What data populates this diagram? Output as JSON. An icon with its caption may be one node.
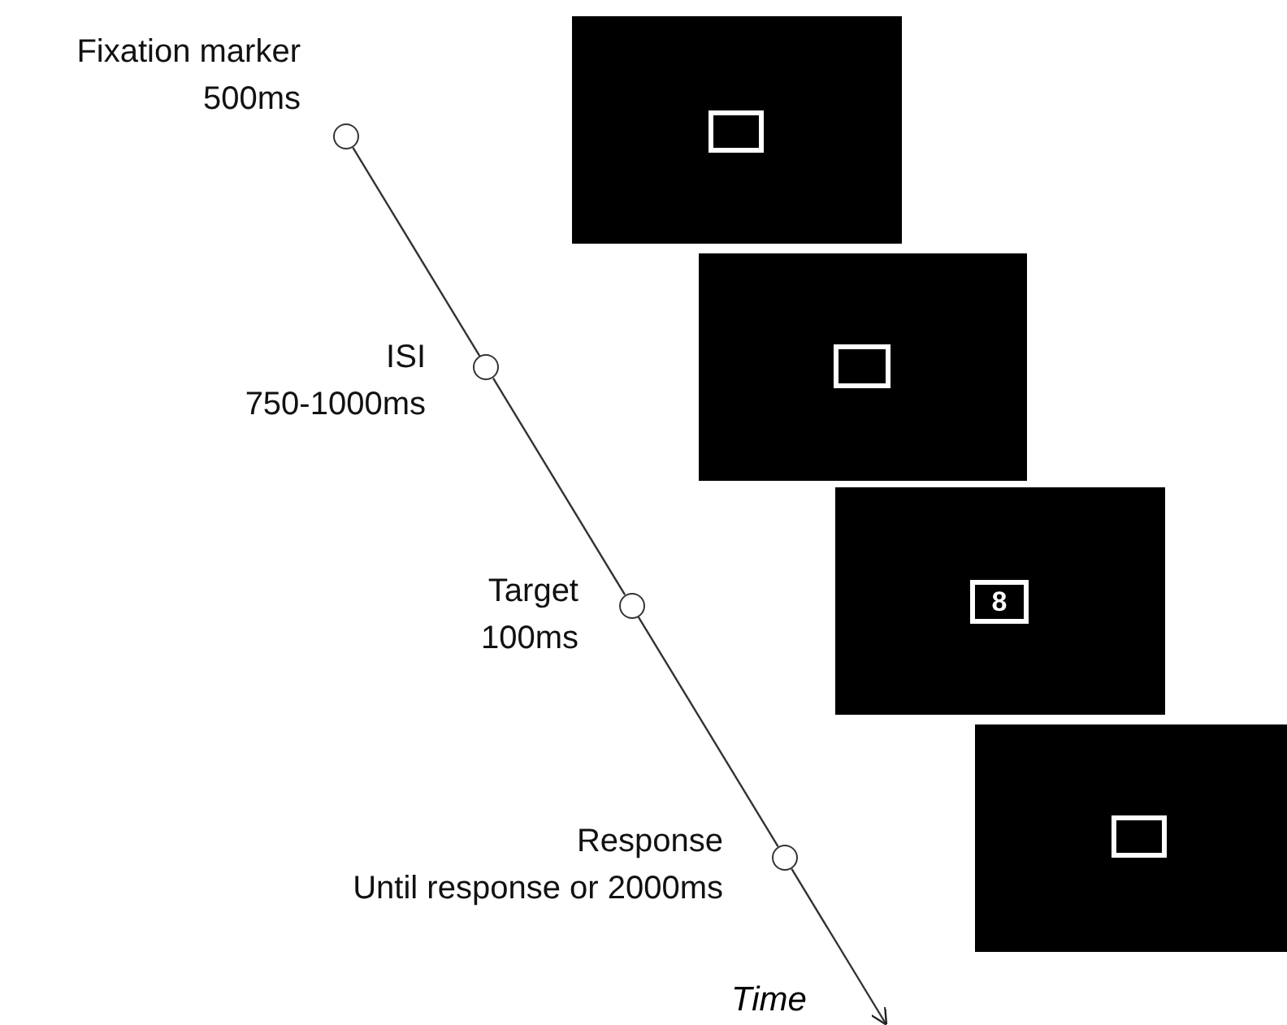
{
  "diagram": {
    "nodes": [
      {
        "text": [],
        "shape": "circle",
        "beside": [
          "Fixation marker",
          "500ms"
        ]
      },
      {
        "text": [],
        "shape": "circle",
        "beside": [
          "ISI",
          "750-1000ms"
        ]
      },
      {
        "text": [],
        "shape": "circle",
        "beside": [
          "Target",
          "100ms"
        ]
      },
      {
        "text": [],
        "shape": "circle",
        "beside": [
          "Response",
          "Until response or 2000ms"
        ]
      },
      {
        "text": [],
        "shape": "box"
      },
      {
        "text": [],
        "shape": "box",
        "in": 4
      },
      {
        "text": [],
        "shape": "box"
      },
      {
        "text": [],
        "shape": "box",
        "in": 6
      },
      {
        "text": [],
        "shape": "box"
      },
      {
        "text": [
          "8"
        ],
        "in": 8
      },
      {
        "text": [],
        "shape": "box"
      },
      {
        "text": [],
        "shape": "box",
        "in": 10
      }
    ],
    "edges": [
      {
        "from": 0,
        "to": 1,
        "arrow": "none"
      },
      {
        "from": 1,
        "to": 2,
        "arrow": "none"
      },
      {
        "from": 2,
        "to": 3,
        "arrow": "none"
      },
      {
        "from": 3,
        "to": null,
        "arrow": "to"
      }
    ],
    "labels": [
      "Time"
    ]
  }
}
